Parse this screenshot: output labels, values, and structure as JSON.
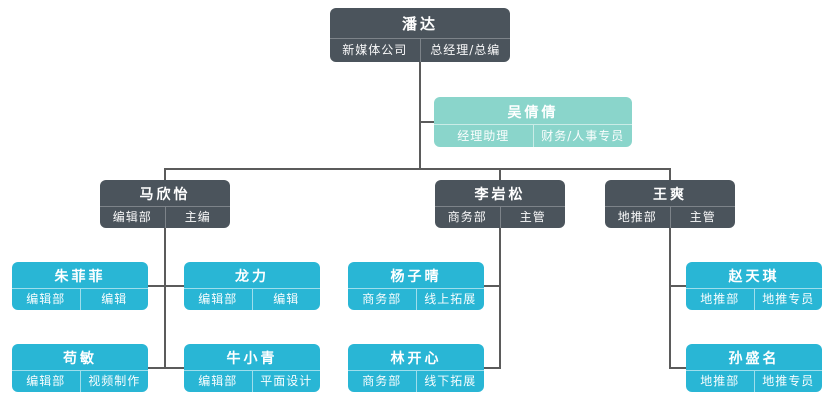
{
  "colors": {
    "dark": "#4b545c",
    "assistant": "#8ad5cb",
    "member": "#29b6d5",
    "line": "#5b5b5b"
  },
  "org": {
    "root": {
      "name": "潘达",
      "dept": "新媒体公司",
      "title": "总经理/总编"
    },
    "assistant": {
      "name": "吴倩倩",
      "dept": "经理助理",
      "title": "财务/人事专员"
    },
    "managers": [
      {
        "name": "马欣怡",
        "dept": "编辑部",
        "title": "主编"
      },
      {
        "name": "李岩松",
        "dept": "商务部",
        "title": "主管"
      },
      {
        "name": "王爽",
        "dept": "地推部",
        "title": "主管"
      }
    ],
    "members": [
      {
        "name": "朱菲菲",
        "dept": "编辑部",
        "title": "编辑"
      },
      {
        "name": "龙力",
        "dept": "编辑部",
        "title": "编辑"
      },
      {
        "name": "苟敏",
        "dept": "编辑部",
        "title": "视频制作"
      },
      {
        "name": "牛小青",
        "dept": "编辑部",
        "title": "平面设计"
      },
      {
        "name": "杨子晴",
        "dept": "商务部",
        "title": "线上拓展"
      },
      {
        "name": "林开心",
        "dept": "商务部",
        "title": "线下拓展"
      },
      {
        "name": "赵天琪",
        "dept": "地推部",
        "title": "地推专员"
      },
      {
        "name": "孙盛名",
        "dept": "地推部",
        "title": "地推专员"
      }
    ]
  }
}
